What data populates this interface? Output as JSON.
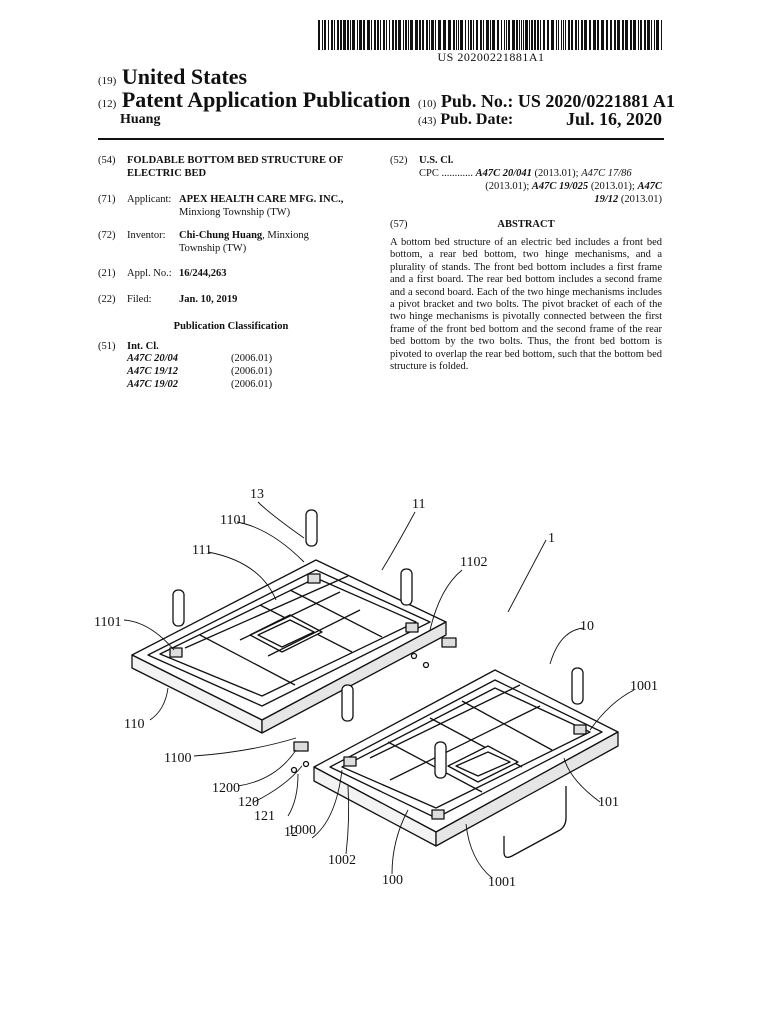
{
  "barcode": {
    "number": "US 20200221881A1"
  },
  "header": {
    "country_code": "(19)",
    "country": "United States",
    "pub_type_code": "(12)",
    "pub_type": "Patent Application Publication",
    "author": "Huang",
    "pub_no_code": "(10)",
    "pub_no_label": "Pub. No.:",
    "pub_no": "US 2020/0221881 A1",
    "pub_date_code": "(43)",
    "pub_date_label": "Pub. Date:",
    "pub_date": "Jul. 16, 2020"
  },
  "left": {
    "title_code": "(54)",
    "title_line1": "FOLDABLE BOTTOM BED STRUCTURE OF",
    "title_line2": "ELECTRIC BED",
    "applicant_code": "(71)",
    "applicant_label": "Applicant:",
    "applicant_name": "APEX HEALTH CARE MFG. INC.,",
    "applicant_loc": "Minxiong Township (TW)",
    "inventor_code": "(72)",
    "inventor_label": "Inventor:",
    "inventor_name": "Chi-Chung Huang",
    "inventor_loc1": ", Minxiong",
    "inventor_loc2": "Township (TW)",
    "appl_code": "(21)",
    "appl_label": "Appl. No.:",
    "appl_no": "16/244,263",
    "filed_code": "(22)",
    "filed_label": "Filed:",
    "filed_date": "Jan. 10, 2019",
    "pub_class_heading": "Publication Classification",
    "intcl_code": "(51)",
    "intcl_label": "Int. Cl.",
    "intcl": [
      {
        "code": "A47C 20/04",
        "year": "(2006.01)"
      },
      {
        "code": "A47C 19/12",
        "year": "(2006.01)"
      },
      {
        "code": "A47C 19/02",
        "year": "(2006.01)"
      }
    ]
  },
  "right": {
    "uscl_code": "(52)",
    "uscl_label": "U.S. Cl.",
    "cpc_label": "CPC ............",
    "cpc_1": "A47C 20/041",
    "cpc_1y": " (2013.01); ",
    "cpc_2": "A47C 17/86",
    "cpc_line2a": "(2013.01); ",
    "cpc_3": "A47C 19/025",
    "cpc_line2b": " (2013.01); ",
    "cpc_4a": "A47C",
    "cpc_4b": "19/12",
    "cpc_4y": " (2013.01)",
    "abstract_code": "(57)",
    "abstract_heading": "ABSTRACT",
    "abstract": "A bottom bed structure of an electric bed includes a front bed bottom, a rear bed bottom, two hinge mechanisms, and a plurality of stands. The front bed bottom includes a first frame and a first board. The rear bed bottom includes a second frame and a second board. Each of the two hinge mechanisms includes a pivot bracket and two bolts. The pivot bracket of each of the two hinge mechanisms is pivotally connected between the first frame of the front bed bottom and the second frame of the rear bed bottom by the two bolts. Thus, the front bed bottom is pivoted to overlap the rear bed bottom, such that the bottom bed structure is folded."
  },
  "figure": {
    "labels": [
      "13",
      "11",
      "1101",
      "111",
      "1",
      "1102",
      "1101",
      "10",
      "1001",
      "110",
      "1100",
      "1200",
      "120",
      "121",
      "12",
      "1000",
      "1002",
      "100",
      "1001",
      "101"
    ]
  }
}
